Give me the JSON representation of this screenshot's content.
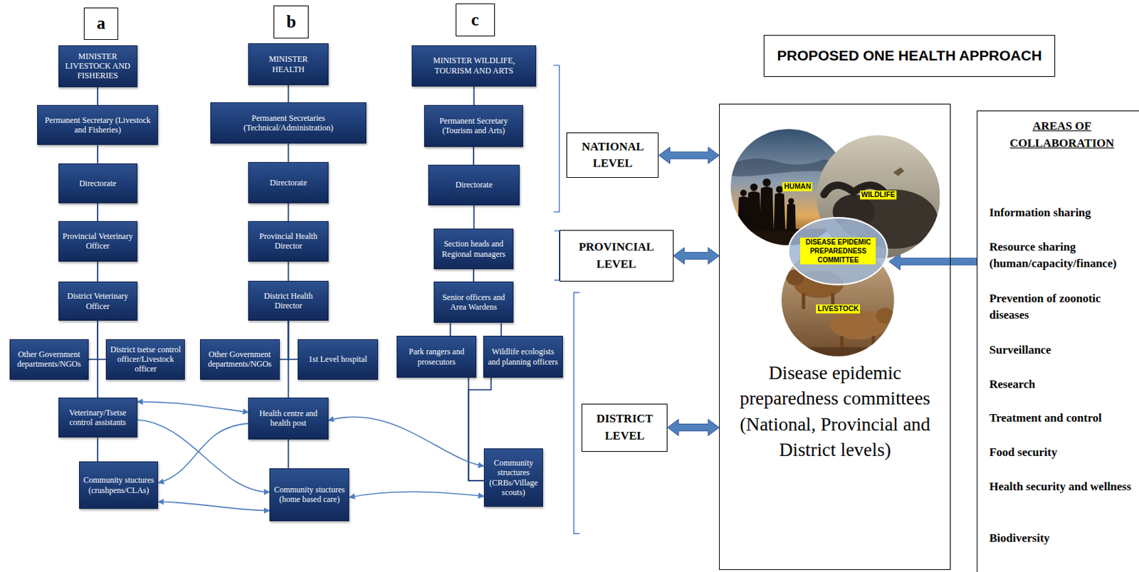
{
  "diagram": {
    "title": "PROPOSED ONE HEALTH APPROACH",
    "nodes": [
      {
        "text": [
          "a"
        ]
      },
      {
        "text": [
          "MINISTER LIVESTOCK AND FISHERIES"
        ]
      },
      {
        "text": [
          "Permanent Secretary (Livestock and Fisheries)"
        ]
      },
      {
        "text": [
          "Directorate"
        ]
      },
      {
        "text": [
          "Provincial Veterinary Officer"
        ]
      },
      {
        "text": [
          "District Veterinary Officer"
        ]
      },
      {
        "text": [
          "Other Government departments/NGOs"
        ]
      },
      {
        "text": [
          "District tsetse control officer/Livestock officer"
        ]
      },
      {
        "text": [
          "Veterinary/Tsetse control assistants"
        ]
      },
      {
        "text": [
          "Community stuctures (crushpens/CLAs)"
        ]
      },
      {
        "text": [
          "b"
        ]
      },
      {
        "text": [
          "MINISTER HEALTH"
        ]
      },
      {
        "text": [
          "Permanent Secretaries (Technical/Administration)"
        ]
      },
      {
        "text": [
          "Directorate"
        ]
      },
      {
        "text": [
          "Provincial Health Director"
        ]
      },
      {
        "text": [
          "District Health Director"
        ]
      },
      {
        "text": [
          "Other Government departments/NGOs"
        ]
      },
      {
        "text": [
          "1st Level hospital"
        ]
      },
      {
        "text": [
          "Health centre and health post"
        ]
      },
      {
        "text": [
          "Community stuctures (home based care)"
        ]
      },
      {
        "text": [
          "c"
        ]
      },
      {
        "text": [
          "MINISTER WILDLIFE, TOURISM AND ARTS"
        ]
      },
      {
        "text": [
          "Permanent Secretary (Tourism and Arts)"
        ]
      },
      {
        "text": [
          "Directorate"
        ]
      },
      {
        "text": [
          "Section heads and Regional managers"
        ]
      },
      {
        "text": [
          "Senior officers and Area Wardens"
        ]
      },
      {
        "text": [
          "Park rangers and prosecutors"
        ]
      },
      {
        "text": [
          "Wildlife ecologists and planning officers"
        ]
      },
      {
        "text": [
          "Community structures (CRBs/Village scouts)"
        ]
      },
      {
        "text": [
          "NATIONAL LEVEL"
        ]
      },
      {
        "text": [
          "PROVINCIAL LEVEL"
        ]
      },
      {
        "text": [
          "DISTRICT LEVEL"
        ]
      },
      {
        "text": [
          "Disease epidemic preparedness committees (National, Provincial and District levels)"
        ]
      },
      {
        "text": [
          "HUMAN"
        ],
        "in": 32
      },
      {
        "text": [
          "WILDLIFE"
        ],
        "in": 32
      },
      {
        "text": [
          "DISEASE EPIDEMIC PREPAREDNESS COMMITTEE"
        ],
        "in": 32
      },
      {
        "text": [
          "LIVESTOCK"
        ],
        "in": 32
      },
      {
        "text": [
          "AREAS OF COLLABORATION",
          "Information sharing",
          "Resource sharing (human/capacity/finance)",
          "Prevention of zoonotic diseases",
          "Surveillance",
          "Research",
          "Treatment and control",
          "Food security",
          "Health security and wellness",
          "Biodiversity"
        ]
      }
    ],
    "edges": [
      {
        "from": 1,
        "to": 2,
        "arrow": "none"
      },
      {
        "from": 2,
        "to": 3,
        "arrow": "none"
      },
      {
        "from": 3,
        "to": 4,
        "arrow": "none"
      },
      {
        "from": 4,
        "to": 5,
        "arrow": "none"
      },
      {
        "from": 5,
        "to": 8,
        "arrow": "none"
      },
      {
        "from": 5,
        "to": 6,
        "arrow": "none"
      },
      {
        "from": 5,
        "to": 7,
        "arrow": "none"
      },
      {
        "from": 8,
        "to": 9,
        "arrow": "none"
      },
      {
        "from": 11,
        "to": 12,
        "arrow": "none"
      },
      {
        "from": 12,
        "to": 13,
        "arrow": "none"
      },
      {
        "from": 13,
        "to": 14,
        "arrow": "none"
      },
      {
        "from": 14,
        "to": 15,
        "arrow": "none"
      },
      {
        "from": 15,
        "to": 18,
        "arrow": "none"
      },
      {
        "from": 15,
        "to": 16,
        "arrow": "none"
      },
      {
        "from": 15,
        "to": 17,
        "arrow": "none"
      },
      {
        "from": 18,
        "to": 19,
        "arrow": "none"
      },
      {
        "from": 21,
        "to": 22,
        "arrow": "none"
      },
      {
        "from": 22,
        "to": 23,
        "arrow": "none"
      },
      {
        "from": 23,
        "to": 24,
        "arrow": "none"
      },
      {
        "from": 24,
        "to": 25,
        "arrow": "none"
      },
      {
        "from": 25,
        "to": 26,
        "arrow": "none"
      },
      {
        "from": 25,
        "to": 27,
        "arrow": "none"
      },
      {
        "from": 26,
        "to": 28,
        "arrow": "none"
      },
      {
        "from": 27,
        "to": 28,
        "arrow": "none"
      },
      {
        "from": 18,
        "to": 8,
        "arrow": "both"
      },
      {
        "from": 18,
        "to": 9,
        "arrow": "to"
      },
      {
        "from": 8,
        "to": 19,
        "arrow": "to"
      },
      {
        "from": 19,
        "to": 9,
        "arrow": "both"
      },
      {
        "from": 18,
        "to": 28,
        "arrow": "both"
      },
      {
        "from": 19,
        "to": 28,
        "arrow": "both"
      },
      {
        "from": 29,
        "to": 32,
        "arrow": "both"
      },
      {
        "from": 30,
        "to": 32,
        "arrow": "both"
      },
      {
        "from": 31,
        "to": 32,
        "arrow": "both"
      },
      {
        "from": 37,
        "to": 35,
        "arrow": "to"
      }
    ]
  }
}
